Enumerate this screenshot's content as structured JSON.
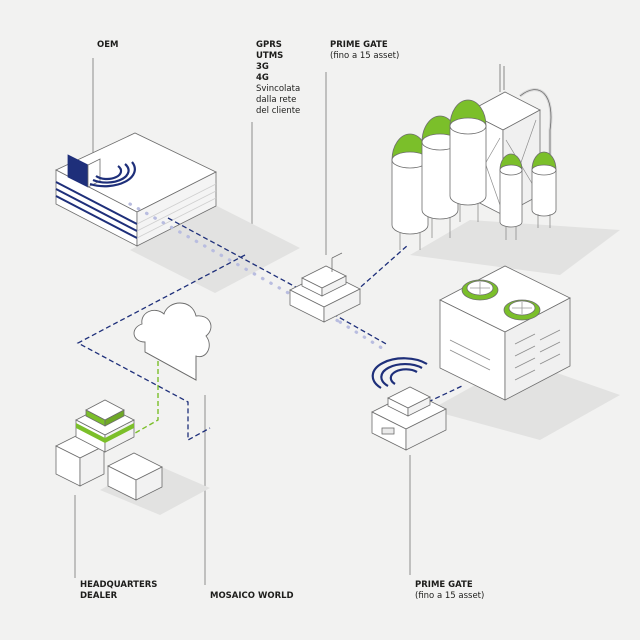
{
  "labels": {
    "oem": "OEM",
    "network": {
      "lines": [
        "GPRS",
        "UTMS",
        "3G",
        "4G"
      ],
      "note": [
        "Svincolata",
        "dalla rete",
        "del cliente"
      ]
    },
    "prime_gate_top": {
      "title": "PRIME GATE",
      "subtitle": "(fino a 15 asset)"
    },
    "prime_gate_bottom": {
      "title": "PRIME GATE",
      "subtitle": "(fino a 15 asset)"
    },
    "headquarters": [
      "HEADQUARTERS",
      "DEALER"
    ],
    "mosaico": "MOSAICO WORLD"
  },
  "colors": {
    "background": "#f2f2f1",
    "navy": "#1e2f7a",
    "dots": "#b9bde0",
    "green": "#7bbf2a",
    "outline": "#6d6d6d",
    "fill": "#ffffff",
    "shadow": "#e2e2e1"
  }
}
